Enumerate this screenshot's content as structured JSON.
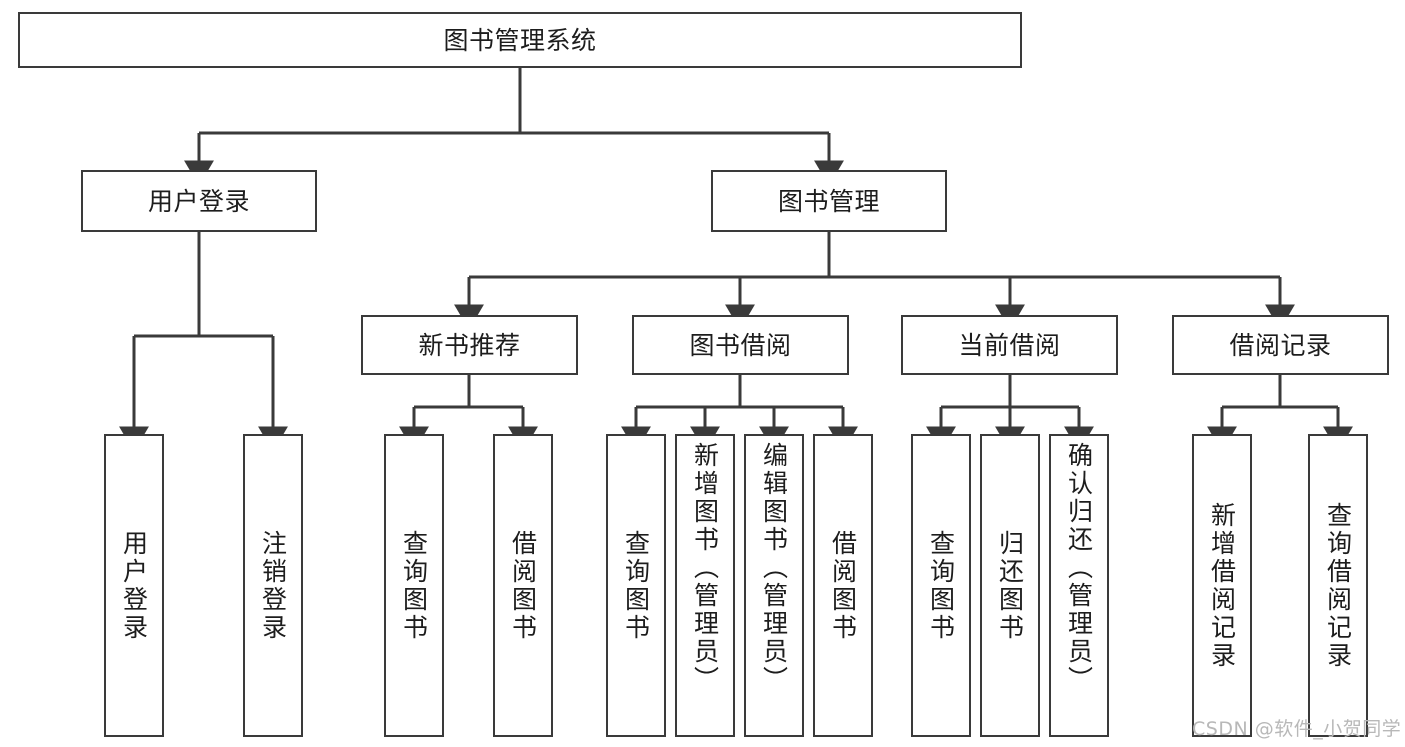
{
  "diagram": {
    "title": "图书管理系统",
    "type": "tree-hierarchy",
    "root": {
      "id": "root",
      "label": "图书管理系统"
    },
    "level2": [
      {
        "id": "user-login",
        "label": "用户登录"
      },
      {
        "id": "book-manage",
        "label": "图书管理"
      }
    ],
    "level3": [
      {
        "id": "new-book-rec",
        "label": "新书推荐",
        "parent": "book-manage"
      },
      {
        "id": "book-borrow",
        "label": "图书借阅",
        "parent": "book-manage"
      },
      {
        "id": "current-borrow",
        "label": "当前借阅",
        "parent": "book-manage"
      },
      {
        "id": "borrow-record",
        "label": "借阅记录",
        "parent": "book-manage"
      }
    ],
    "leaves": [
      {
        "id": "leaf-user-login",
        "label": "用户登录",
        "parent": "user-login"
      },
      {
        "id": "leaf-user-logout",
        "label": "注销登录",
        "parent": "user-login"
      },
      {
        "id": "leaf-query-book-1",
        "label": "查询图书",
        "parent": "new-book-rec"
      },
      {
        "id": "leaf-borrow-book-1",
        "label": "借阅图书",
        "parent": "new-book-rec"
      },
      {
        "id": "leaf-query-book-2",
        "label": "查询图书",
        "parent": "book-borrow"
      },
      {
        "id": "leaf-add-book",
        "label": "新增图书（管理员）",
        "parent": "book-borrow"
      },
      {
        "id": "leaf-edit-book",
        "label": "编辑图书（管理员）",
        "parent": "book-borrow"
      },
      {
        "id": "leaf-borrow-book-2",
        "label": "借阅图书",
        "parent": "book-borrow"
      },
      {
        "id": "leaf-query-book-3",
        "label": "查询图书",
        "parent": "current-borrow"
      },
      {
        "id": "leaf-return-book",
        "label": "归还图书",
        "parent": "current-borrow"
      },
      {
        "id": "leaf-confirm-return",
        "label": "确认归还（管理员）",
        "parent": "current-borrow"
      },
      {
        "id": "leaf-add-record",
        "label": "新增借阅记录",
        "parent": "borrow-record"
      },
      {
        "id": "leaf-query-record",
        "label": "查询借阅记录",
        "parent": "borrow-record"
      }
    ],
    "colors": {
      "stroke": "#3a3a3a",
      "fill": "#ffffff",
      "text": "#1d1d1d",
      "watermark": "#b8b8b8"
    }
  },
  "watermark": {
    "text": "CSDN @软件_小贺同学"
  }
}
